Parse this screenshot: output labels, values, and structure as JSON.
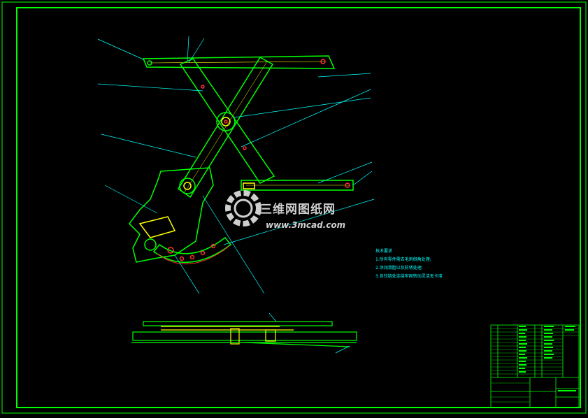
{
  "watermark": {
    "title": "三维网图纸网",
    "url": "www.3mcad.com"
  },
  "technical_requirements": {
    "heading": "技术要求",
    "items": [
      "1.所有零件需去毛刺倒角处理;",
      "2.涂润滑脂以及防锈处理;",
      "3.各铰链处连接牢固转动灵活无卡滞."
    ]
  },
  "colors": {
    "frame": "#00ff00",
    "leader": "#00ffff",
    "part_outline": "#00ff00",
    "detail": "#ffff00",
    "hole": "#ff3030",
    "background": "#000000"
  }
}
